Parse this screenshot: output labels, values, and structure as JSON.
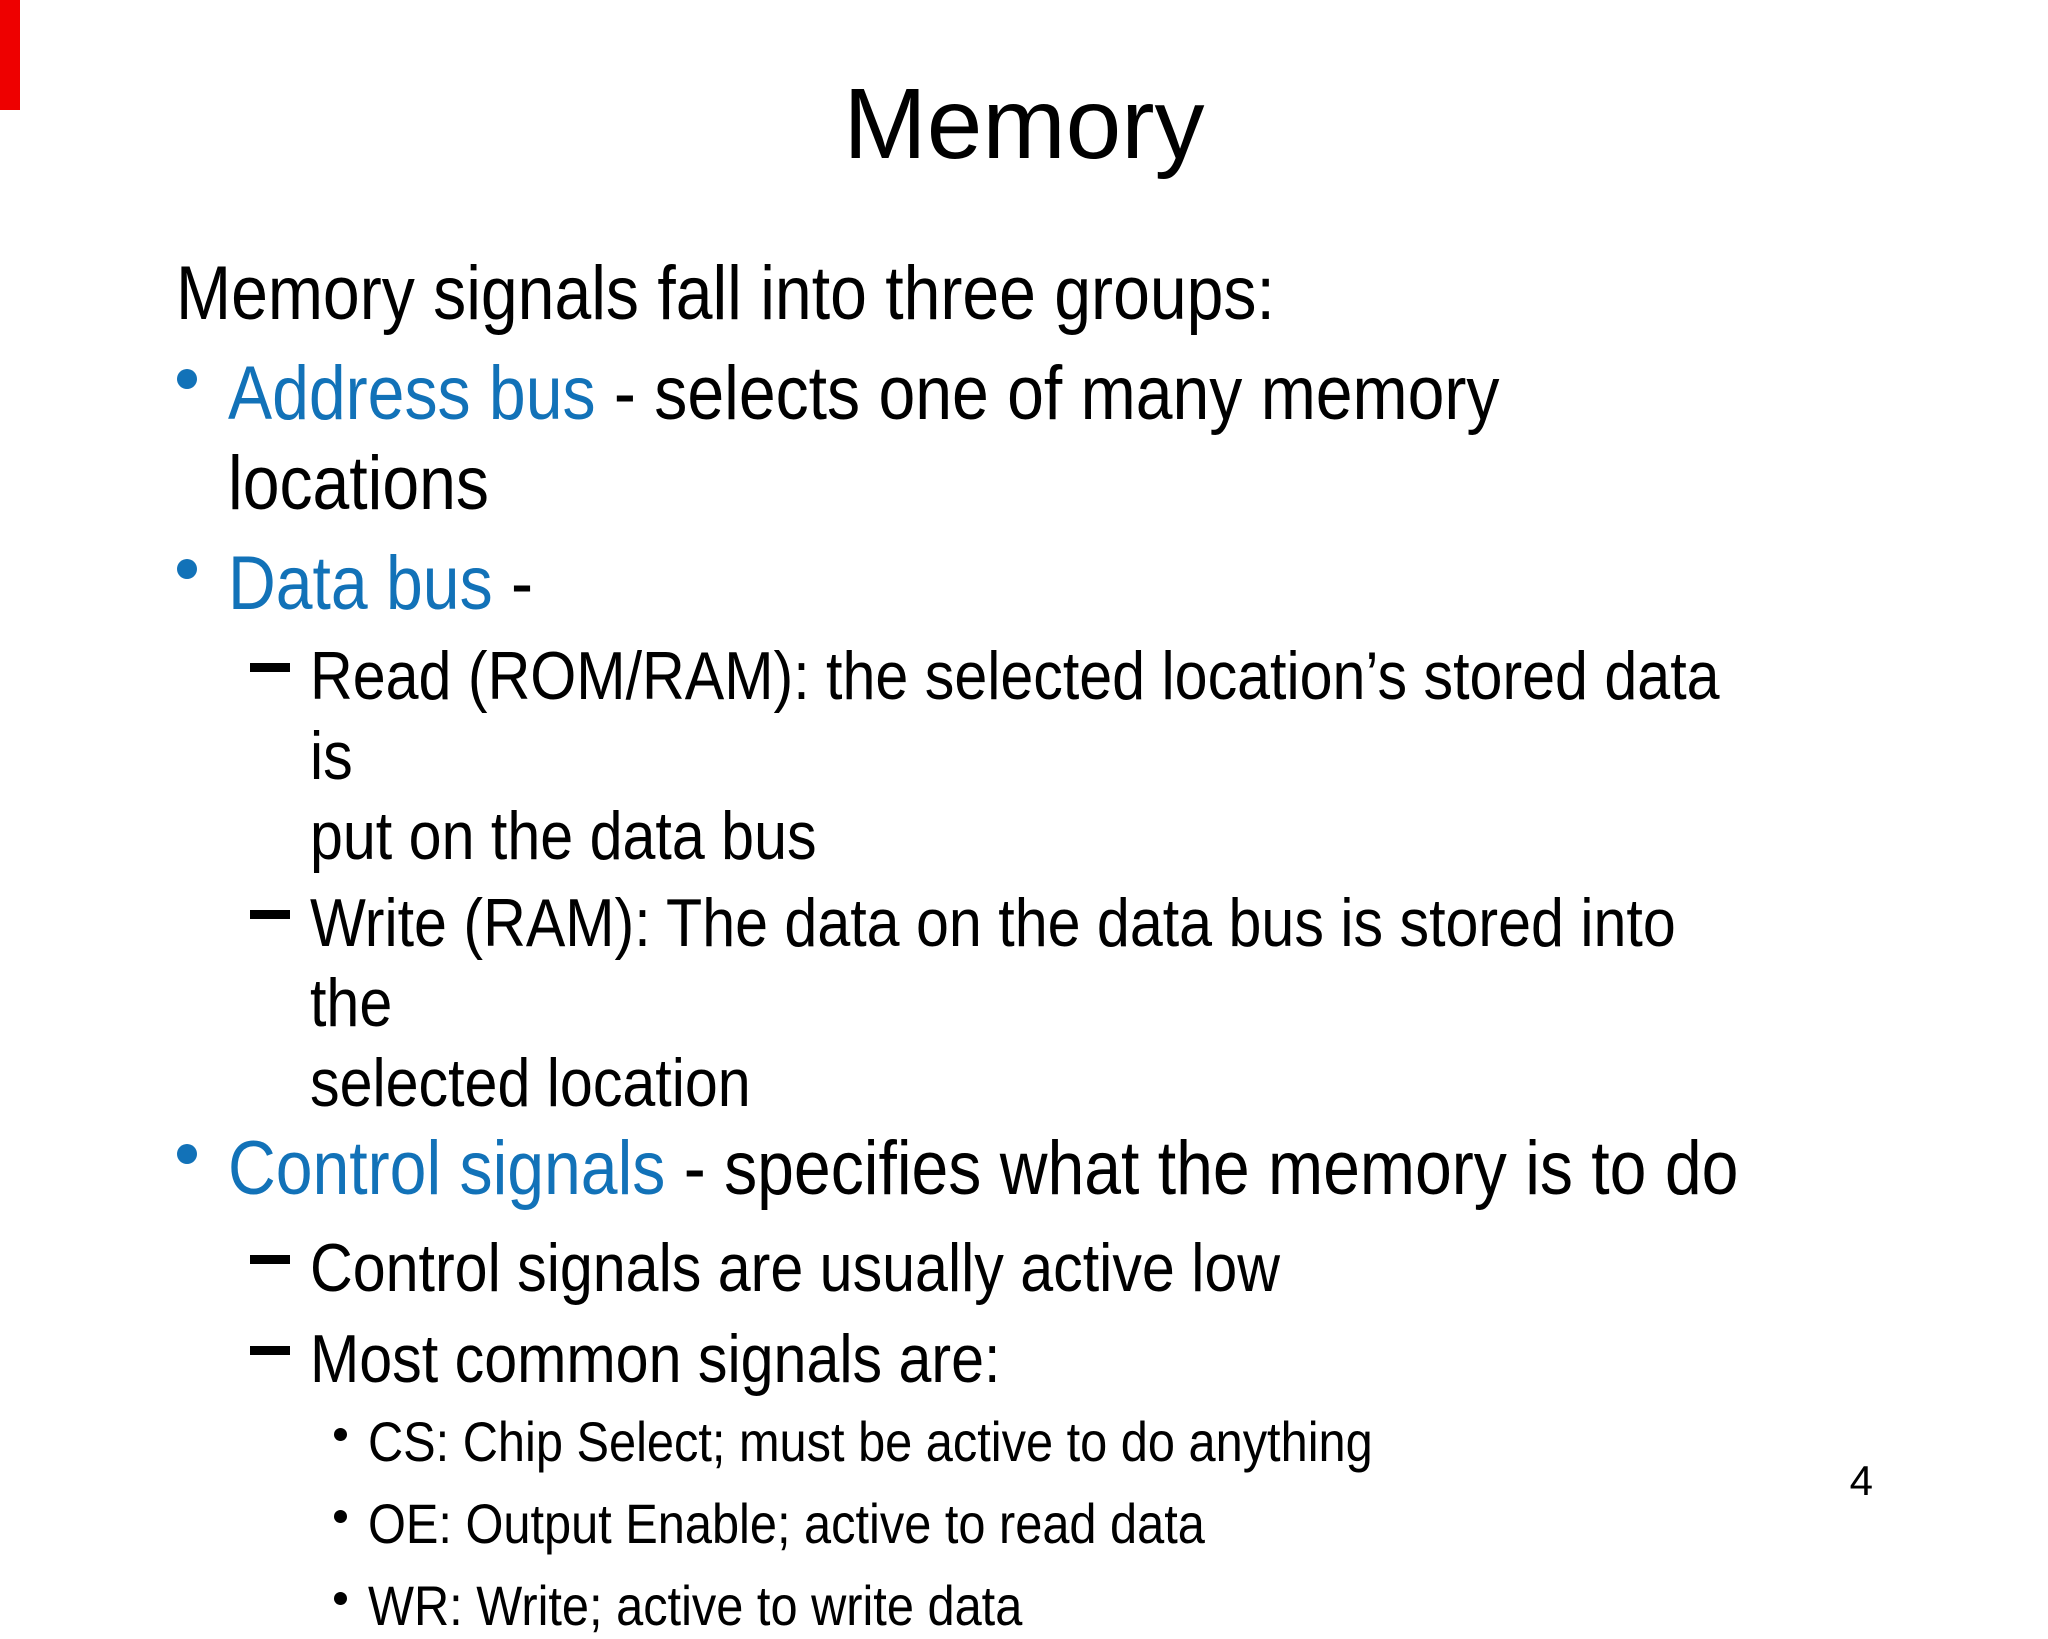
{
  "slide": {
    "title": "Memory",
    "intro": "Memory signals fall into three groups:",
    "bullets": [
      {
        "level": 1,
        "lead": "Address bus",
        "rest": " - selects one of many memory locations"
      },
      {
        "level": 1,
        "lead": "Data bus",
        "rest": " -"
      },
      {
        "level": 2,
        "text": "Read (ROM/RAM): the selected location’s stored data is\nput on the data bus"
      },
      {
        "level": 2,
        "text": "Write (RAM): The data on the data bus is stored into the\nselected location"
      },
      {
        "level": 1,
        "lead": "Control signals",
        "rest": " - specifies what the memory is to do"
      },
      {
        "level": 2,
        "text": "Control signals are usually active low"
      },
      {
        "level": 2,
        "text": "Most common signals are:"
      },
      {
        "level": 3,
        "text": "CS: Chip Select; must be active to do anything"
      },
      {
        "level": 3,
        "text": "OE: Output Enable; active to read data"
      },
      {
        "level": 3,
        "text": "WR: Write; active to write data"
      }
    ],
    "page_number": "4",
    "colors": {
      "accent": "#1272b8",
      "marker": "#ee0000"
    }
  }
}
